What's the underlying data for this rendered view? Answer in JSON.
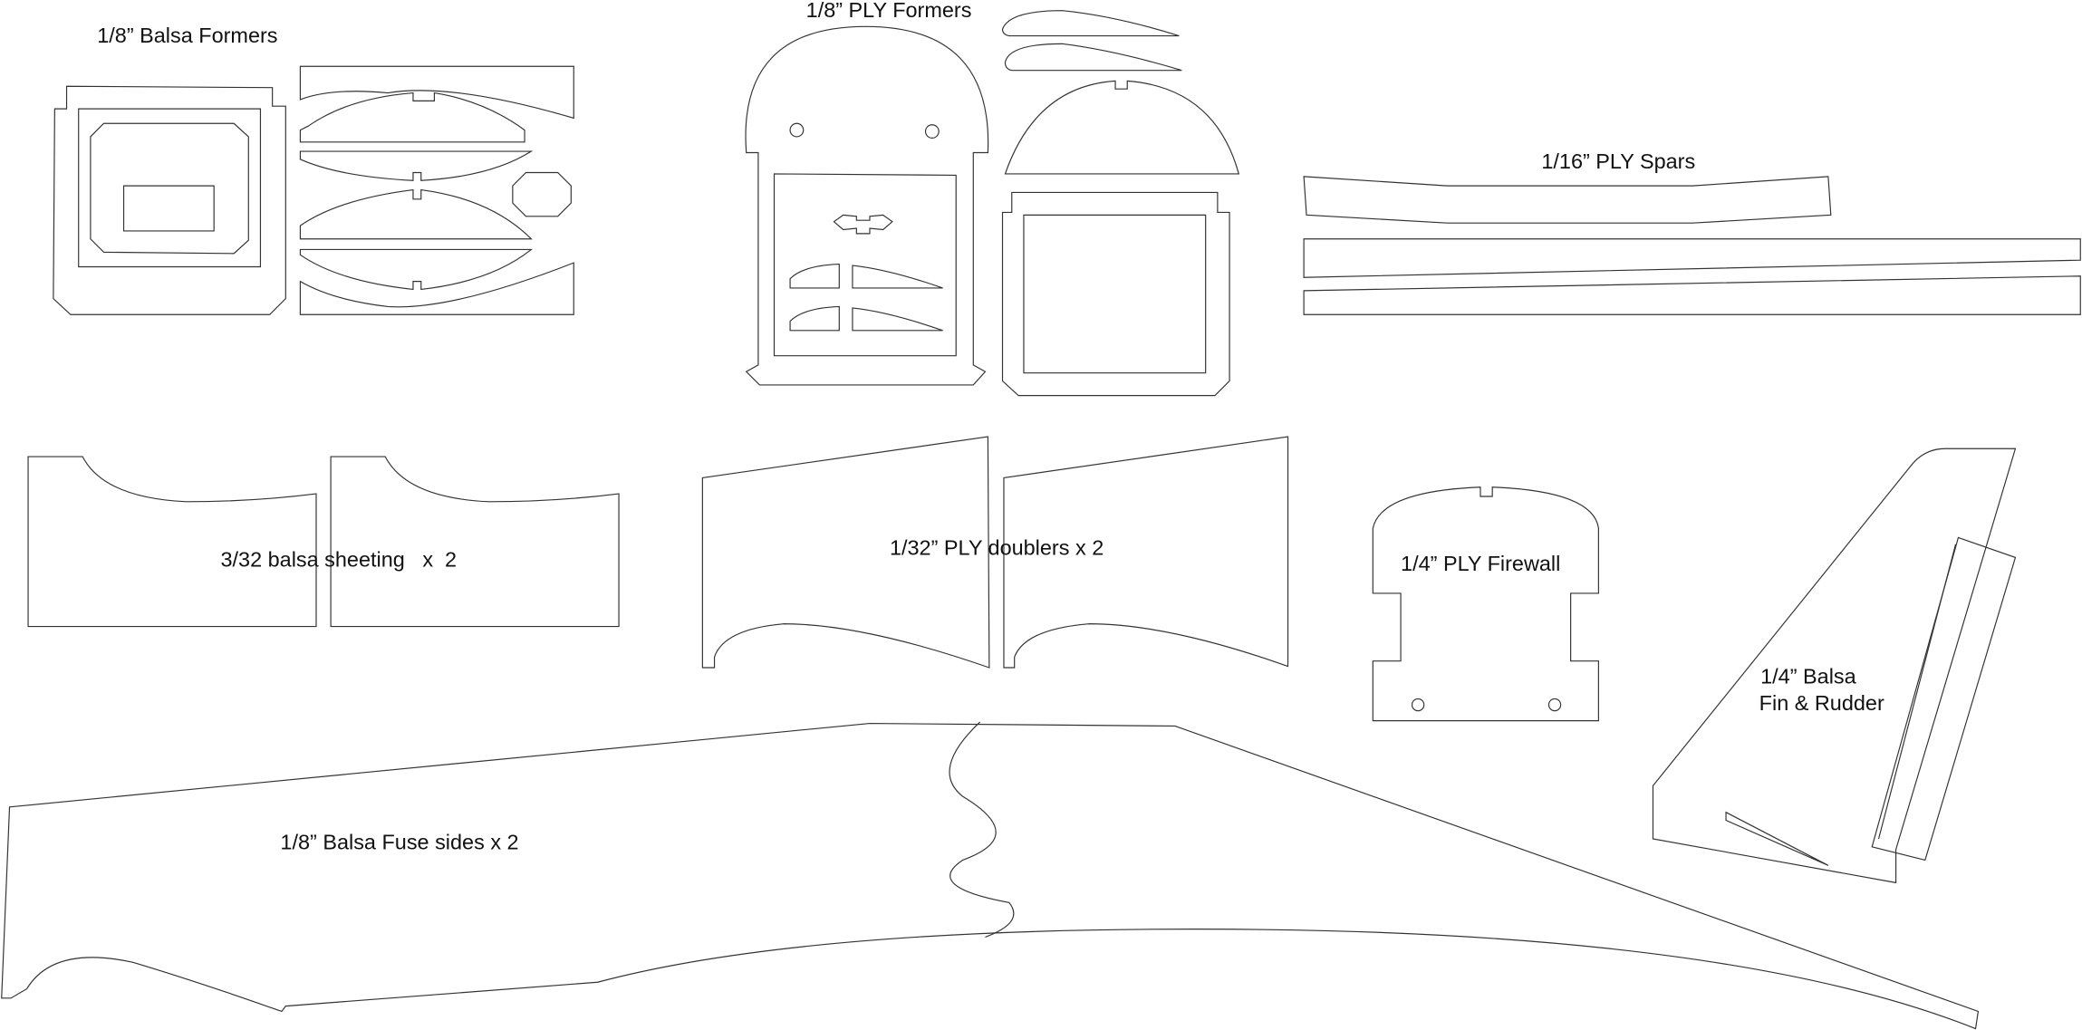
{
  "labels": {
    "balsa_formers": "1/8” Balsa Formers",
    "ply_formers": "1/8” PLY Formers",
    "ply_spars": "1/16” PLY Spars",
    "balsa_sheeting": "3/32 balsa sheeting   x  2",
    "ply_doublers": "1/32” PLY doublers x 2",
    "ply_firewall": "1/4” PLY Firewall",
    "fin_rudder_line1": "1/4” Balsa",
    "fin_rudder_line2": "Fin & Rudder",
    "fuse_sides": "1/8” Balsa Fuse sides x 2"
  },
  "colors": {
    "line": "#333333",
    "background": "#ffffff"
  }
}
